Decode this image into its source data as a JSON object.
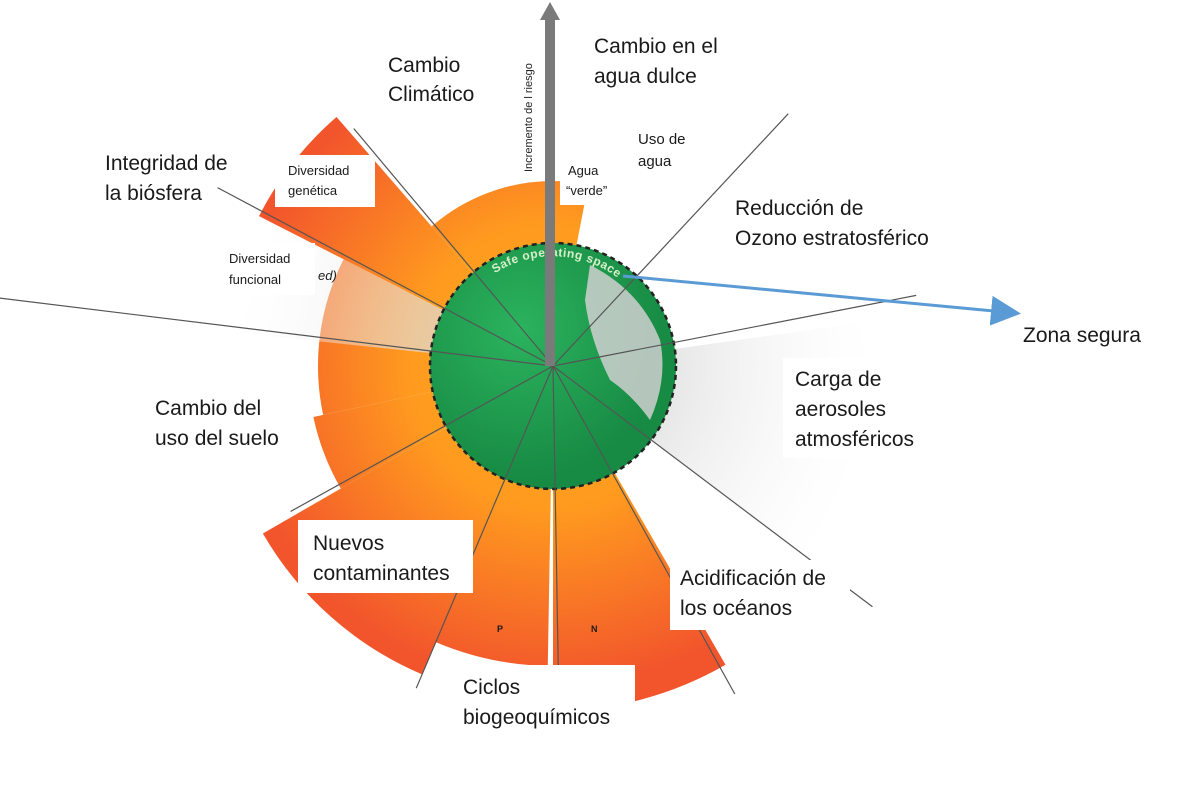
{
  "colors": {
    "orange": "#ff8c1a",
    "red_orange": "#f25a2e",
    "earth_green": "#1f9a4e",
    "safe_zone_arrow": "#5b9bd5",
    "grey_sector": "#d9d9d9"
  },
  "labels": {
    "climate": [
      "Cambio",
      "Climático"
    ],
    "freshwater": [
      "Cambio en el",
      "agua dulce"
    ],
    "water_use": [
      "Uso de",
      "agua"
    ],
    "green_water": [
      "Agua",
      "“verde”"
    ],
    "risk_axis": "Incremento de l riesgo",
    "biosphere": [
      "Integridad de",
      "la biósfera"
    ],
    "genetic": [
      "Diversidad",
      "genética"
    ],
    "functional": [
      "Diversidad",
      "funcional"
    ],
    "functional_fragment": "ed)",
    "ozone": [
      "Reducción de",
      "Ozono estratosférico"
    ],
    "safe_zone": "Zona segura",
    "safe_space": "Safe operating space",
    "aerosols": [
      "Carga de",
      "aerosoles",
      "atmosféricos"
    ],
    "land_use": [
      "Cambio del",
      "uso del suelo"
    ],
    "novel": [
      "Nuevos",
      "contaminantes"
    ],
    "acid": [
      "Acidificación de",
      "los océanos"
    ],
    "biogeo": [
      "Ciclos",
      "biogeoquímicos"
    ],
    "p": "P",
    "n": "N"
  },
  "icons": {
    "arrow_up": "risk-arrow-icon",
    "earth": "earth-globe-icon",
    "arrow_left": "safe-zone-arrow-icon"
  }
}
